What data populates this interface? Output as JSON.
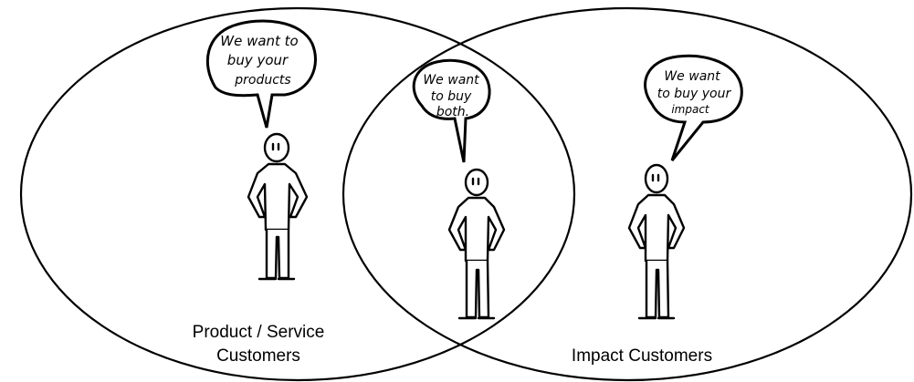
{
  "sets": {
    "left_label": [
      "Product / Service",
      "Customers"
    ],
    "right_label": "Impact Customers"
  },
  "speech": {
    "left": [
      "We want to",
      "buy your",
      "products"
    ],
    "middle": [
      "We want",
      "to buy",
      "both."
    ],
    "right": [
      "We want",
      "to buy your",
      "impact"
    ]
  }
}
